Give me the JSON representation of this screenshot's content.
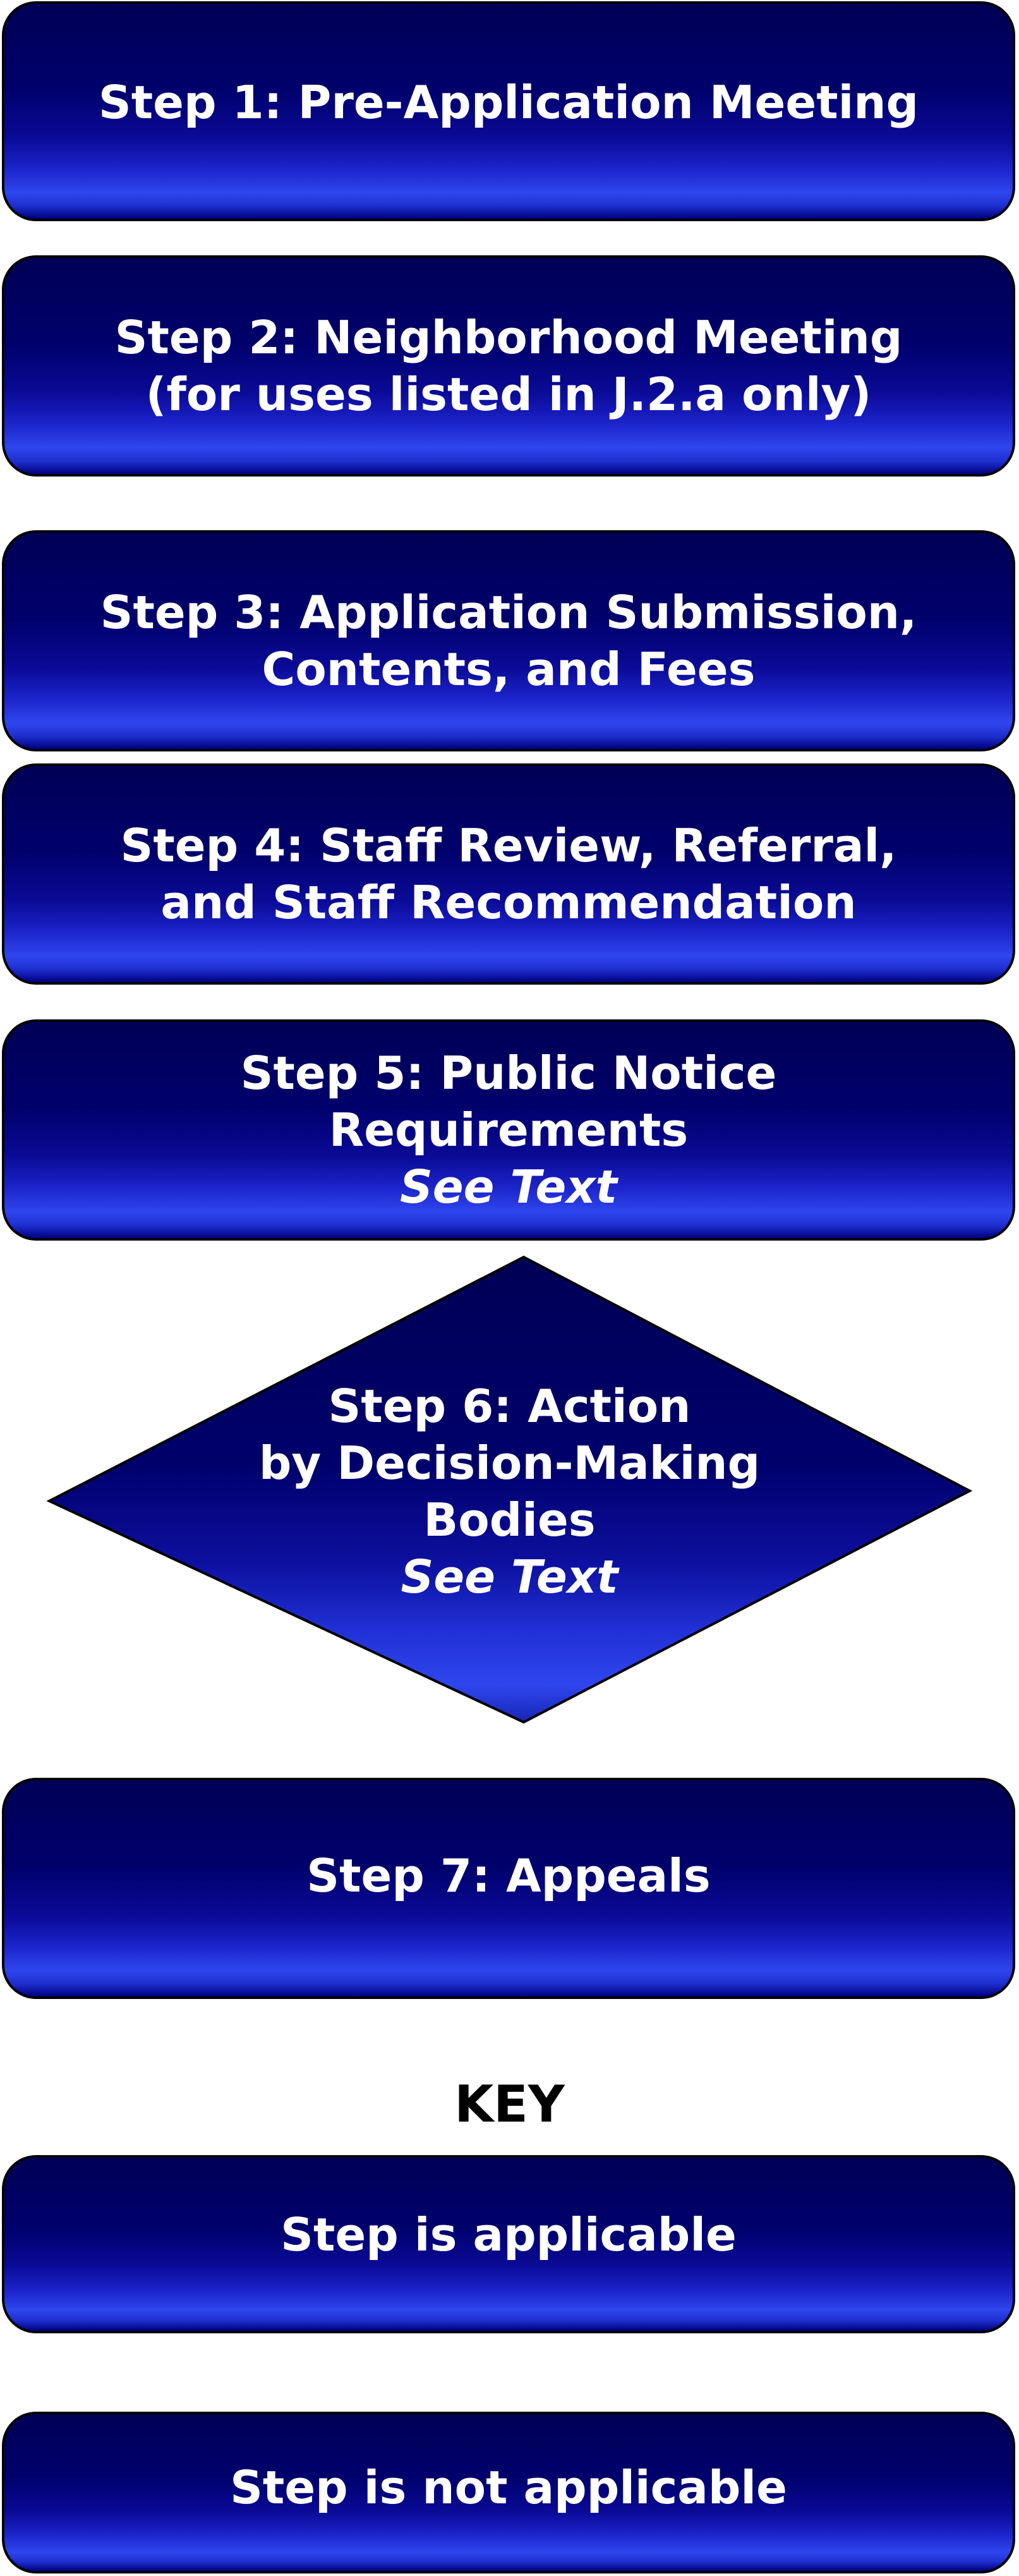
{
  "steps": [
    {
      "id": "step-1",
      "lines": [
        "Step 1: Pre-Application Meeting"
      ]
    },
    {
      "id": "step-2",
      "lines": [
        "Step 2: Neighborhood Meeting",
        "(for uses listed in J.2.a only)"
      ]
    },
    {
      "id": "step-3",
      "lines": [
        "Step 3: Application Submission,",
        "Contents, and Fees"
      ]
    },
    {
      "id": "step-4",
      "lines": [
        "Step 4: Staff Review, Referral,",
        "and Staff Recommendation"
      ]
    },
    {
      "id": "step-5",
      "lines": [
        "Step 5: Public Notice",
        "Requirements"
      ],
      "note": "See Text"
    },
    {
      "id": "step-6",
      "lines": [
        "Step 6: Action",
        "by Decision-Making",
        "Bodies"
      ],
      "note": "See Text"
    },
    {
      "id": "step-7",
      "lines": [
        "Step 7: Appeals"
      ]
    }
  ],
  "key": {
    "title": "KEY",
    "applicable": "Step is applicable",
    "not_applicable": "Step is not applicable"
  },
  "colors": {
    "box_fill_dark": "#000055",
    "box_fill_highlight": "#2f46ee",
    "border": "#000000",
    "text": "#ffffff"
  }
}
